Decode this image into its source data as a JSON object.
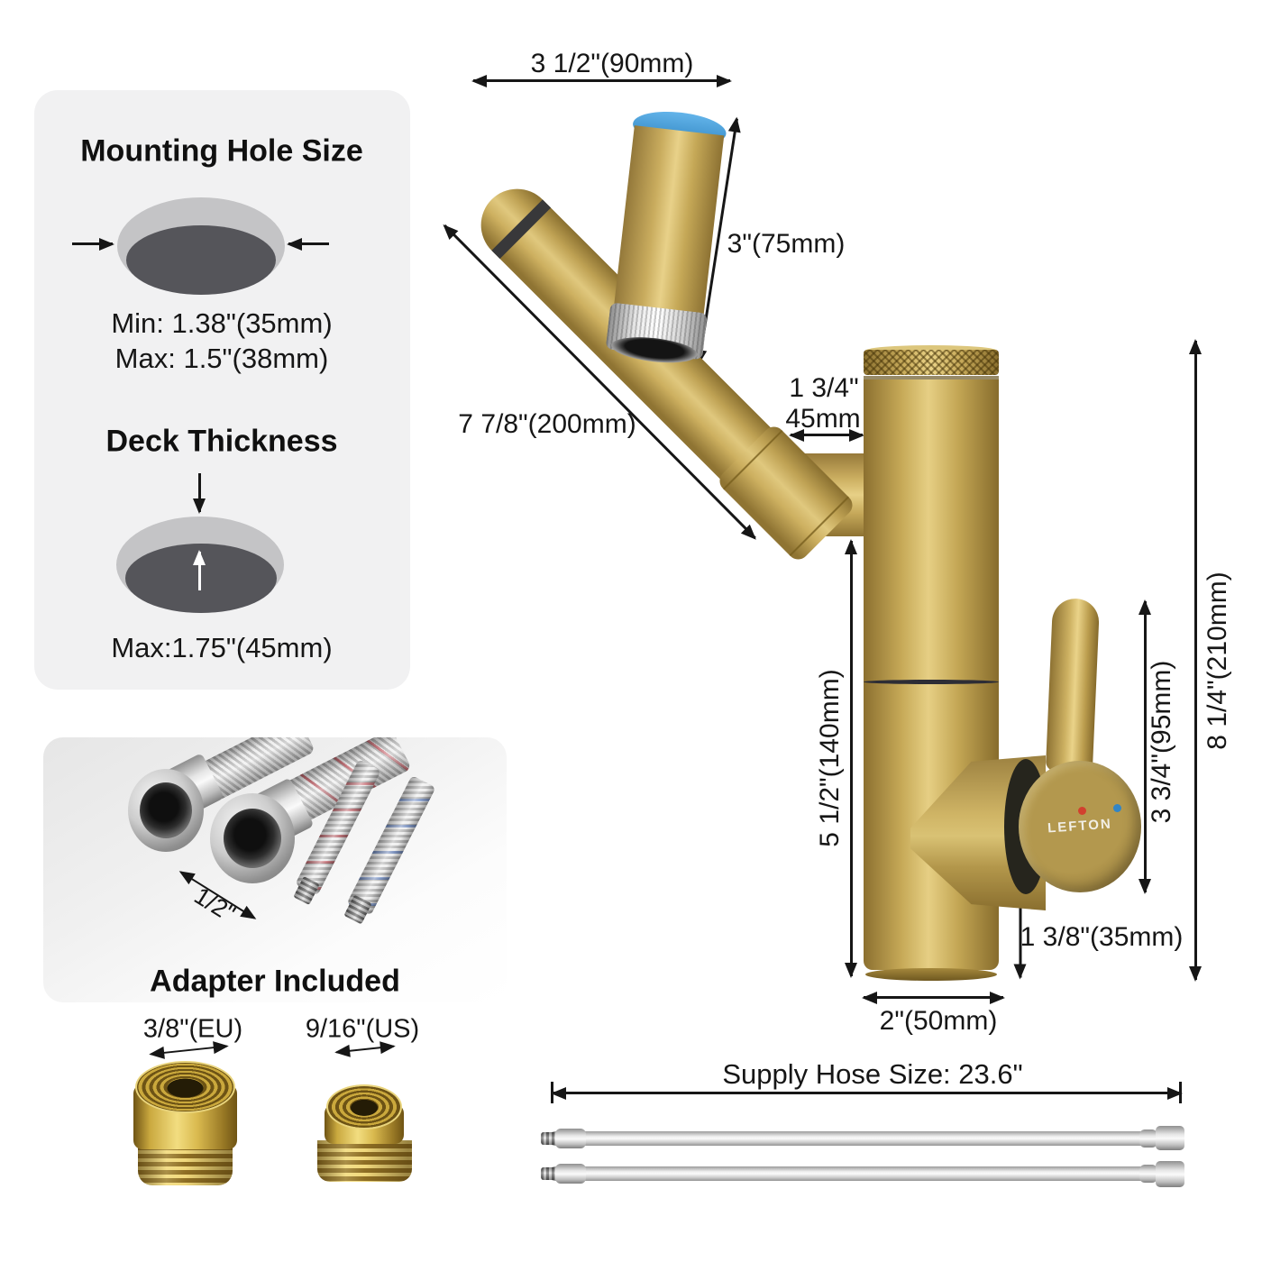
{
  "panels": {
    "mounting": {
      "title": "Mounting Hole Size",
      "min_label": "Min: 1.38\"(35mm)",
      "max_label": "Max: 1.5\"(38mm)"
    },
    "deck": {
      "title": "Deck Thickness",
      "max_label": "Max:1.75\"(45mm)"
    },
    "hose_photo": {
      "size_label": "1/2\""
    },
    "adapter": {
      "title": "Adapter Included",
      "eu_label": "3/8\"(EU)",
      "us_label": "9/16\"(US)"
    }
  },
  "faucet": {
    "brand": "LEFTON",
    "dimensions": {
      "spout_width": "3 1/2\"(90mm)",
      "spout_height": "3\"(75mm)",
      "arm_length": "7 7/8\"(200mm)",
      "offset_inch": "1 3/4\"",
      "offset_mm": "45mm",
      "body_height": "5 1/2\"(140mm)",
      "handle_height": "3 3/4\"(95mm)",
      "total_height": "8 1/4\"(210mm)",
      "handle_gap": "1 3/8\"(35mm)",
      "base_diameter": "2\"(50mm)"
    }
  },
  "supply_hose": {
    "label": "Supply Hose Size: 23.6\""
  },
  "colors": {
    "gold": "#c6a957",
    "blue_cap": "#4aa0dc",
    "hot_dot": "#d2402e",
    "cold_dot": "#3285c6",
    "dimension": "#161616",
    "panel_bg": "#f1f1f2"
  }
}
